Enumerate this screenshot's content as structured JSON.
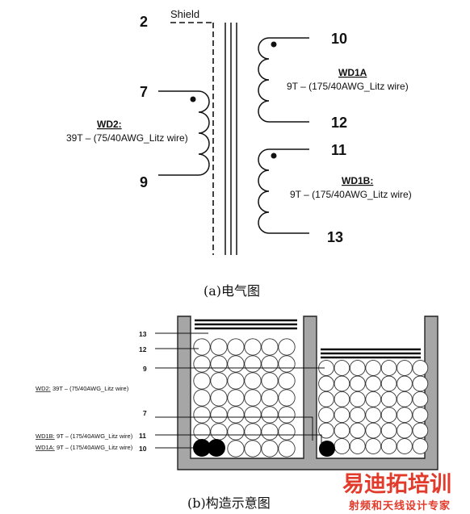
{
  "schematic": {
    "shield_label": "Shield",
    "pins": {
      "p2": "2",
      "p7": "7",
      "p9": "9",
      "p10": "10",
      "p12": "12",
      "p11": "11",
      "p13": "13"
    },
    "wd2": {
      "name": "WD2:",
      "spec": "39T – (75/40AWG_Litz wire)"
    },
    "wd1a": {
      "name": "WD1A",
      "spec": "9T – (175/40AWG_Litz wire)"
    },
    "wd1b": {
      "name": "WD1B:",
      "spec": "9T –  (175/40AWG_Litz wire)"
    },
    "caption": "(a)电气图"
  },
  "construction": {
    "pins": {
      "p13": "13",
      "p12": "12",
      "p9": "9",
      "p7": "7",
      "p11": "11",
      "p10": "10"
    },
    "wd2": {
      "name": "WD2:",
      "spec": "39T – (75/40AWG_Litz wire)"
    },
    "wd1b": {
      "name": "WD1B:",
      "spec": "9T –  (175/40AWG_Litz wire)"
    },
    "wd1a": {
      "name": "WD1A:",
      "spec": "9T –  (175/40AWG_Litz wire)"
    },
    "caption": "(b)构造示意图"
  },
  "watermark": {
    "brand": "易迪拓培训",
    "tagline": "射频和天线设计专家",
    "color": "#e23b2c"
  }
}
